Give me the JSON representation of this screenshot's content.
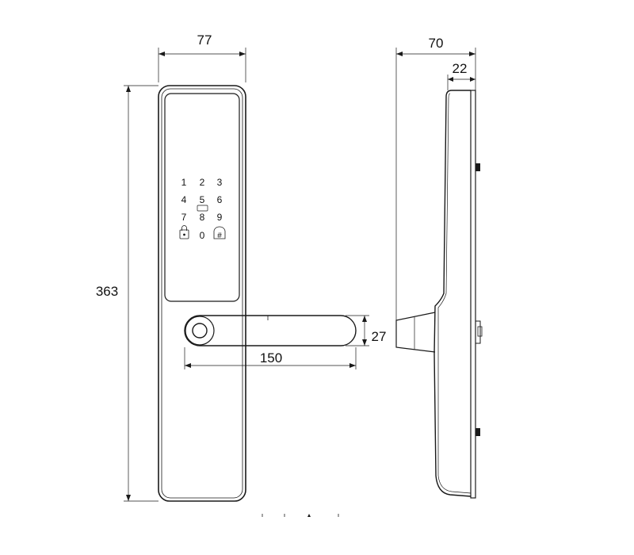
{
  "dimensions": {
    "width_front": "77",
    "height": "363",
    "handle_length": "150",
    "handle_height": "27",
    "depth_total": "70",
    "depth_body": "22"
  },
  "keypad": {
    "keys": [
      "1",
      "2",
      "3",
      "4",
      "5",
      "6",
      "7",
      "8",
      "9",
      "0"
    ],
    "lock_icon": "padlock-key-icon",
    "hash_key": "#"
  },
  "colors": {
    "line": "#1a1a1a",
    "background": "#ffffff"
  }
}
